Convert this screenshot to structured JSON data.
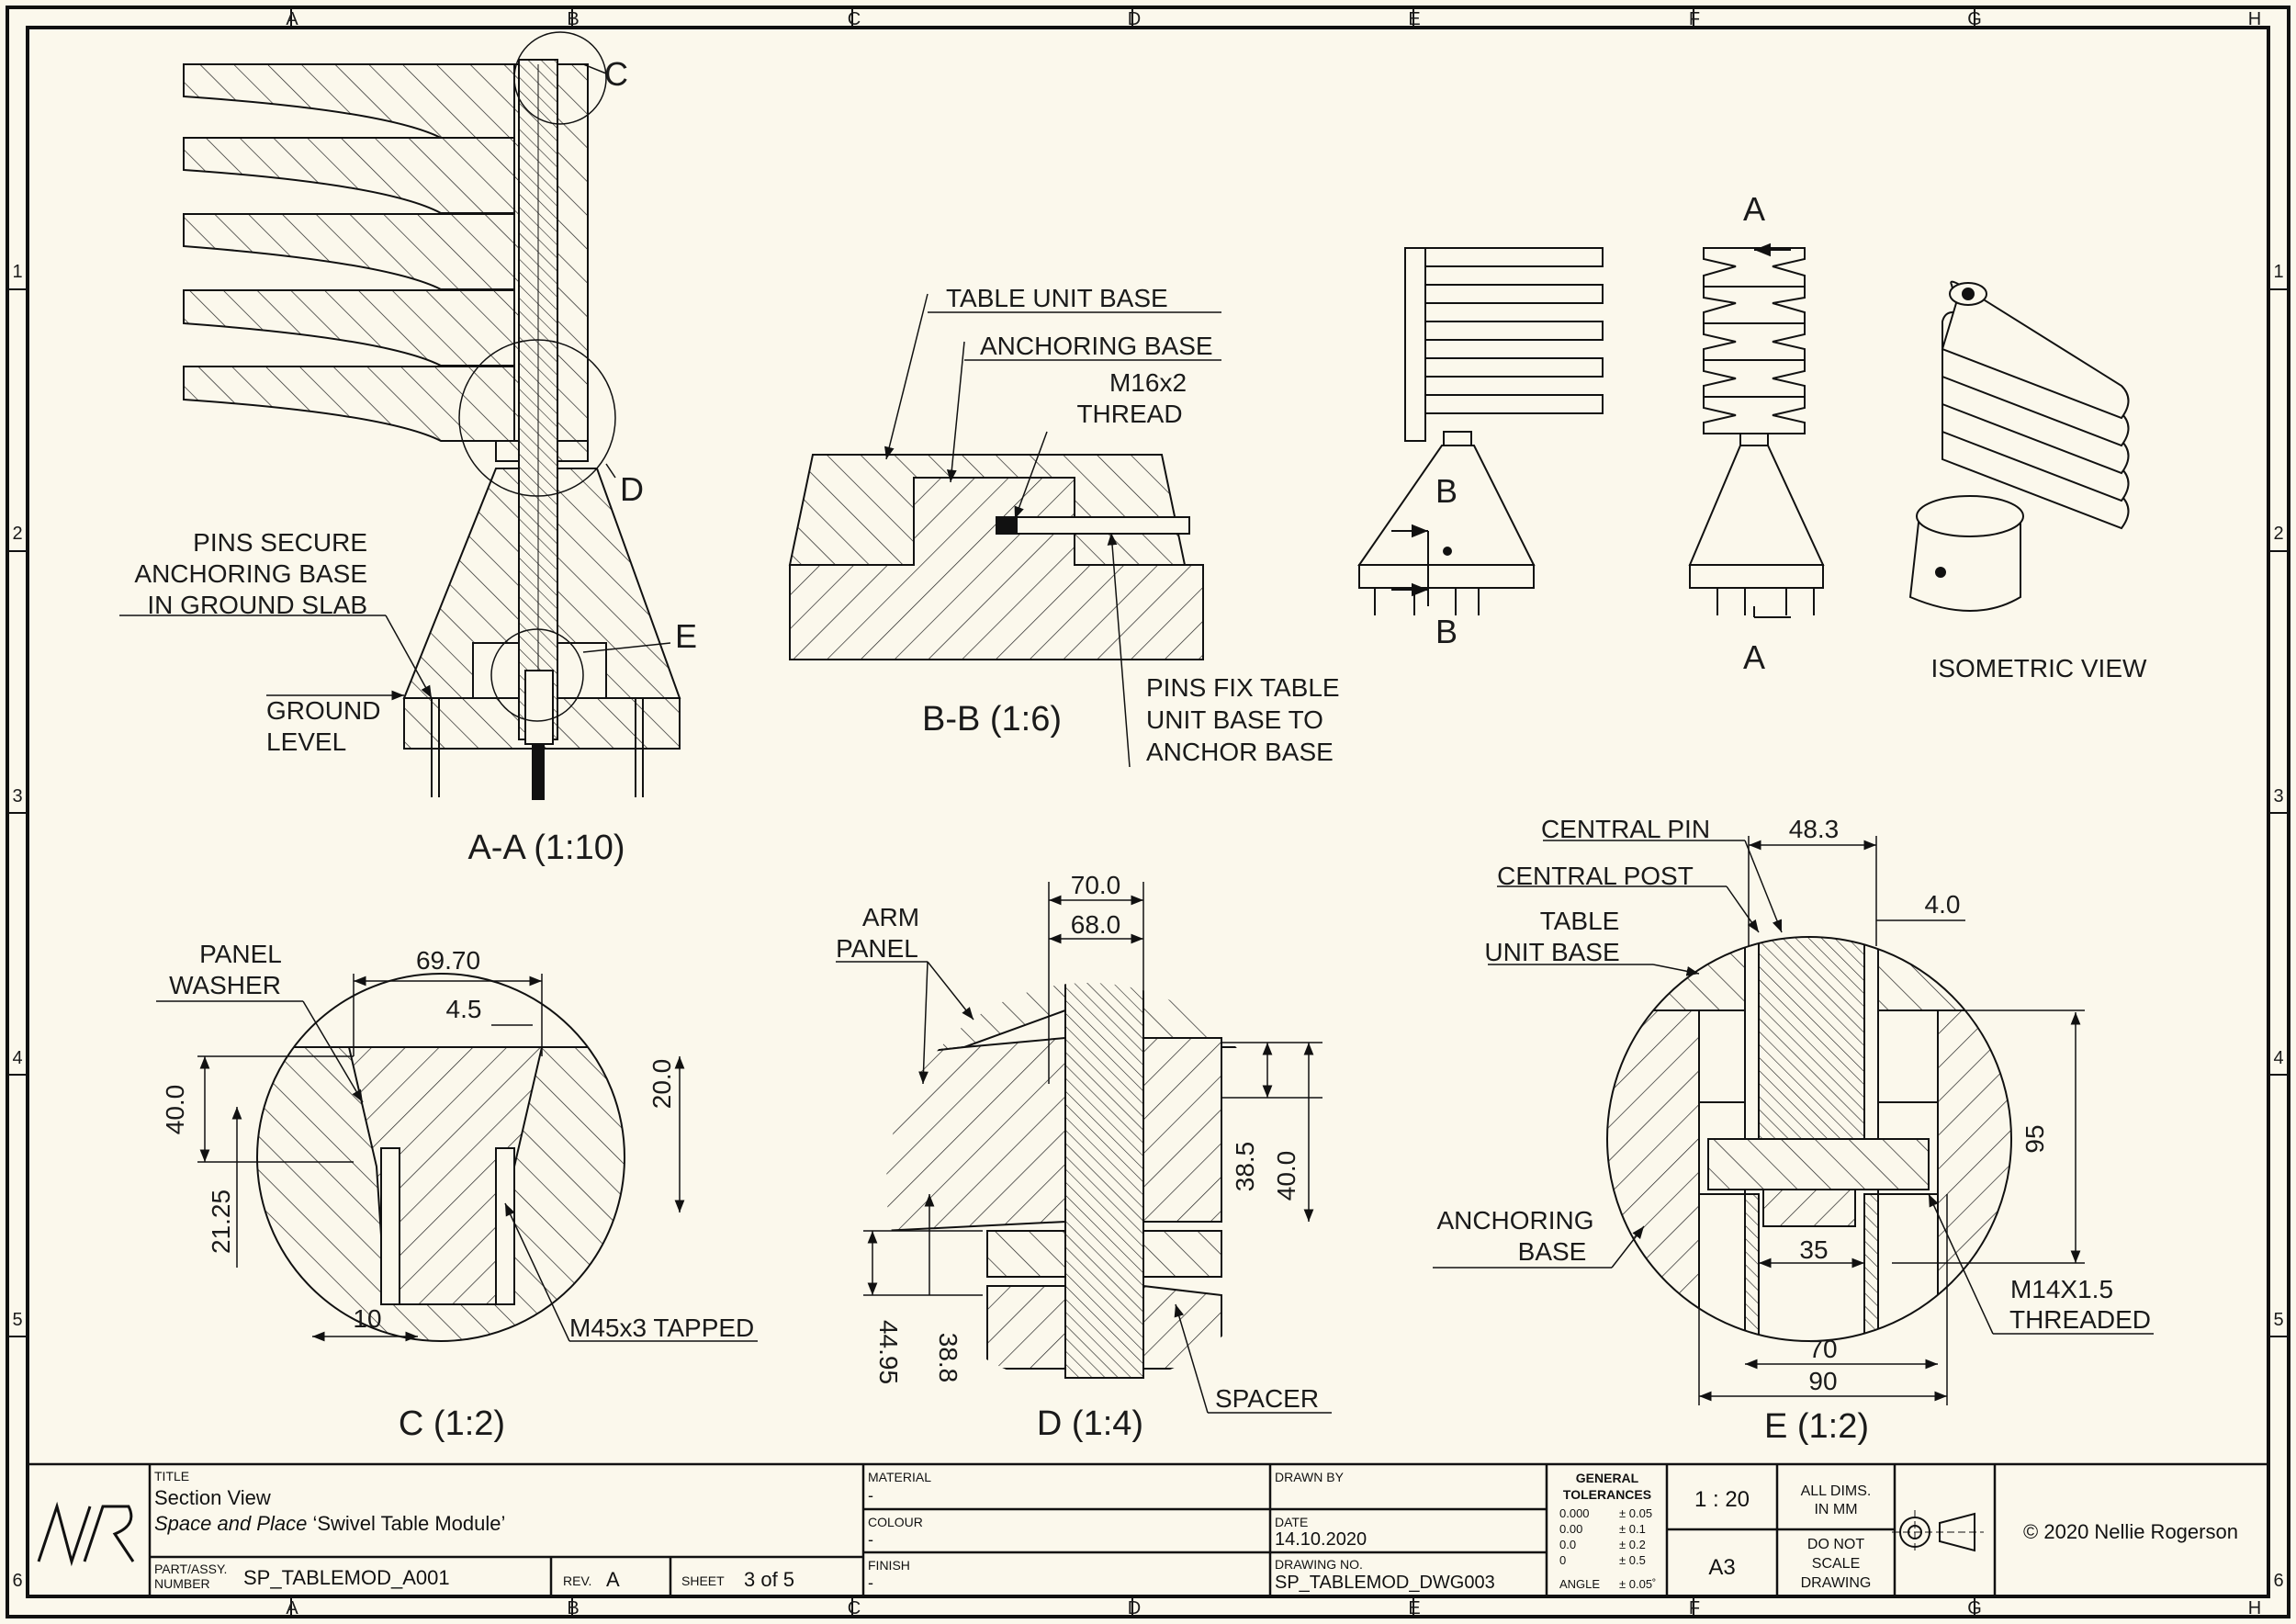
{
  "border": {
    "columns": [
      "A",
      "B",
      "C",
      "D",
      "E",
      "F",
      "G",
      "H"
    ],
    "rows": [
      "1",
      "2",
      "3",
      "4",
      "5",
      "6"
    ]
  },
  "views": {
    "aa": {
      "title": "A-A (1:10)",
      "notes": [
        "PINS SECURE",
        "ANCHORING BASE",
        "IN GROUND SLAB"
      ],
      "ground": [
        "GROUND",
        "LEVEL"
      ],
      "detail_c": "C",
      "detail_d": "D",
      "detail_e": "E"
    },
    "bb": {
      "title": "B-B (1:6)",
      "table_unit_base": "TABLE UNIT BASE",
      "anchoring_base": "ANCHORING BASE",
      "thread": [
        "M16x2",
        "THREAD"
      ],
      "pins": [
        "PINS FIX TABLE",
        "UNIT BASE TO",
        "ANCHOR BASE"
      ]
    },
    "front": {
      "section_b": "B"
    },
    "side": {
      "section_a": "A"
    },
    "iso": {
      "title": "ISOMETRIC VIEW"
    },
    "c": {
      "title": "C (1:2)",
      "panel_washer": [
        "PANEL",
        "WASHER"
      ],
      "dims": [
        "69.70",
        "4.5",
        "40.0",
        "20.0",
        "21.25",
        "10"
      ],
      "tapped": "M45x3 TAPPED"
    },
    "d": {
      "title": "D (1:4)",
      "arm_panel": [
        "ARM",
        "PANEL"
      ],
      "dims": [
        "70.0",
        "68.0",
        "38.5",
        "40.0",
        "44.95",
        "38.8"
      ],
      "spacer": "SPACER"
    },
    "e": {
      "title": "E (1:2)",
      "central_pin": "CENTRAL PIN",
      "central_post": "CENTRAL POST",
      "table_unit_base": [
        "TABLE",
        "UNIT BASE"
      ],
      "anchoring_base": [
        "ANCHORING",
        "BASE"
      ],
      "dims": [
        "48.3",
        "4.0",
        "95",
        "35",
        "70",
        "90"
      ],
      "threaded": [
        "M14X1.5",
        "THREADED"
      ]
    }
  },
  "title_block": {
    "title_label": "TITLE",
    "title": "Section View",
    "subtitle_italic": "Space and Place",
    "subtitle_rest": " ‘Swivel Table Module’",
    "part_label": [
      "PART/ASSY.",
      "NUMBER"
    ],
    "part_number": "SP_TABLEMOD_A001",
    "rev_label": "REV.",
    "rev": "A",
    "sheet_label": "SHEET",
    "sheet": "3 of 5",
    "material_label": "MATERIAL",
    "material": "-",
    "colour_label": "COLOUR",
    "colour": "-",
    "finish_label": "FINISH",
    "finish": "-",
    "drawn_by_label": "DRAWN BY",
    "date_label": "DATE",
    "date": "14.10.2020",
    "drawing_no_label": "DRAWING NO.",
    "drawing_no": "SP_TABLEMOD_DWG003",
    "tolerances_title": [
      "GENERAL",
      "TOLERANCES"
    ],
    "tolerances": [
      [
        "0.000",
        "± 0.05"
      ],
      [
        "0.00",
        "± 0.1"
      ],
      [
        "0.0",
        "± 0.2"
      ],
      [
        "0",
        "± 0.5"
      ]
    ],
    "angle_label": "ANGLE",
    "angle_tol": "± 0.05˚",
    "scale": "1 : 20",
    "paper": "A3",
    "all_dims": [
      "ALL DIMS.",
      "IN MM"
    ],
    "do_not_scale": [
      "DO NOT",
      "SCALE",
      "DRAWING"
    ],
    "copyright": "© 2020 Nellie Rogerson",
    "logo_text": "NR"
  }
}
